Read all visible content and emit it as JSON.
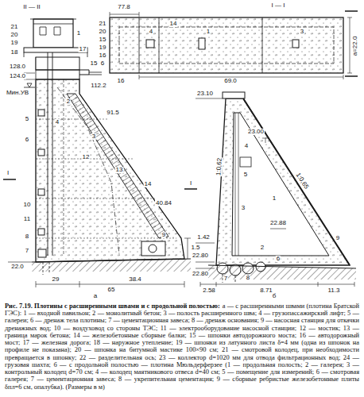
{
  "diagram": {
    "title": "Рис. 7.19. Плотины с расширенными швами и с продольной полостью:",
    "caption": "а — с расширенными швами (плотина Братской ГЭС): 1 — входной павильон; 2 — монолитный бетон; 3 — полость расширенного шва; 4 — грузопассажирский лифт; 5 — галереи; 6 — дренаж тела плотины; 7 — цементационная завеса; 8 — дренаж основания; 9 — насосная станция для откачки дренажных вод; 10 — воздуховод со стороны ТЭС; 11 — электрооборудование насосной станции; 12 — мостик; 13 — граница марок бетона; 14 — железобетонные сборные балки; 15 — шпонки автодорожного моста; 16 — автодорожный мост; 17 — железная дорога; 18 — наружное утепление; 19 — шпонки из латунного листа δ=4 мм (одна из шпонок на профиле не показана); 20 — шпонка на битумной мастике 100×90 см; 21 — смотровой колодец, при необходимости превращается в шпонку; 22 — разделительная ось; 23 — коллектор d=1020 мм для отвода фильтрационных вод; 24 — грузовая шахта; б — с продольной полостью — плотина Мюльдерферзее (1 — продольная полость; 2 — галерея; 3 — контрольный колодец d=70 см; 4 — колодец маятникового отвеса d=40 см; 5 — помещение для измерений; 6 — смотровая галерея; 7 — цементационная завеса; 8 — укрепительная цементация; 9 — сборные ребристые железобетонные плиты δпл=6 см, опалубка). (Размеры в м)",
    "labels": [
      "II — II",
      "21",
      "20",
      "19",
      "18",
      "1",
      "17",
      "128.0",
      "124.0",
      "Мин.УВ",
      "15",
      "16",
      "112.2",
      "2",
      "4",
      "91.5",
      "3",
      "5",
      "6",
      "12",
      "13",
      "14",
      "I",
      "I",
      "40.84",
      "10",
      "11",
      "9",
      "8",
      "7",
      "1.5",
      "22.0",
      "29",
      "38.4",
      "65",
      "а",
      "I — I",
      "77.8",
      "14",
      "21",
      "20",
      "15",
      "19",
      "16",
      "6",
      "4",
      "1",
      "3",
      "69.0",
      "a=22.0",
      "23.10",
      "23.00",
      "1:0,62",
      "1:0,65",
      "22.88",
      "1.42",
      "22.80",
      "22.80",
      "2.58",
      "8.71",
      "11.3",
      "б",
      "1",
      "2",
      "3",
      "4",
      "5",
      "6",
      "7",
      "8",
      "9"
    ]
  }
}
